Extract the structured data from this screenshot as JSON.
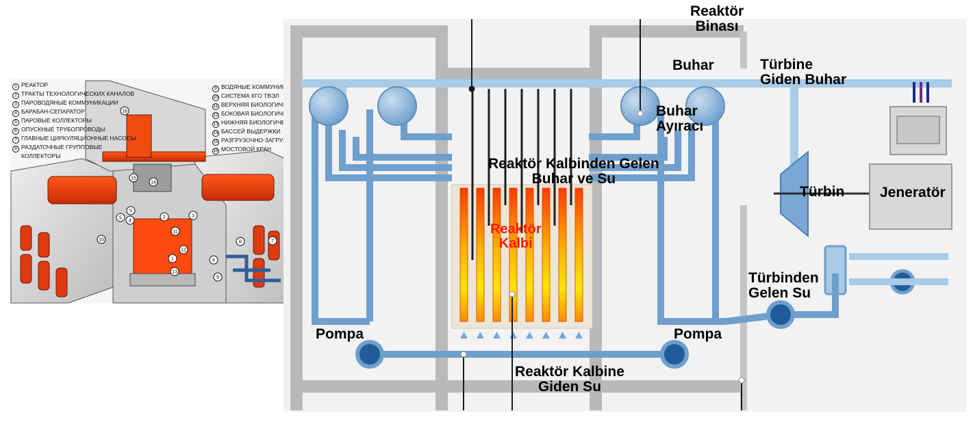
{
  "cutaway_legend": {
    "left_items": [
      {
        "num": "1",
        "text": "РЕАКТОР"
      },
      {
        "num": "2",
        "text": "ТРАКТЫ ТЕХНОЛОГИЧЕСКИХ КАНАЛОВ"
      },
      {
        "num": "3",
        "text": "ПАРОВОДЯНЫЕ КОММУНИКАЦИИ"
      },
      {
        "num": "4",
        "text": "БАРАБАН-СЕПАРАТОР"
      },
      {
        "num": "5",
        "text": "ПАРОВЫЕ КОЛЛЕКТОРЫ"
      },
      {
        "num": "6",
        "text": "ОПУСКНЫЕ ТРУБОПРОВОДЫ"
      },
      {
        "num": "7",
        "text": "ГЛАВНЫЕ ЦИРКУЛЯЦИОННЫЕ НАСОСЫ"
      },
      {
        "num": "8",
        "text": "РАЗДАТОЧНЫЕ ГРУППОВЫЕ"
      },
      {
        "num": "",
        "text": "КОЛЛЕКТОРЫ"
      }
    ],
    "right_items": [
      {
        "num": "9",
        "text": "ВОДЯНЫЕ КОММУНИКАЦИИ"
      },
      {
        "num": "10",
        "text": "СИСТЕМА КГО ТВЭЛ"
      },
      {
        "num": "11",
        "text": "ВЕРХНЯЯ БИОЛОГИЧЕСКАЯ ЗАЩИТА"
      },
      {
        "num": "12",
        "text": "БОКОВАЯ БИОЛОГИЧЕСКАЯ ЗАЩИТА"
      },
      {
        "num": "13",
        "text": "НИЖНЯЯ БИОЛОГИЧЕСКАЯ ЗАЩИТА"
      },
      {
        "num": "14",
        "text": "БАССЕЙ ВЫДЕРЖКИ"
      },
      {
        "num": "15",
        "text": "РАЗГРУЗОЧНО-ЗАГРУЗОЧНАЯ МАШИНА"
      },
      {
        "num": "16",
        "text": "МОСТОВОЙ КРАН"
      }
    ],
    "callouts": [
      "16",
      "15",
      "14",
      "5",
      "5",
      "4",
      "2",
      "3",
      "10",
      "11",
      "12",
      "1",
      "13",
      "8",
      "6",
      "7",
      "9"
    ]
  },
  "labels": {
    "reactor_building": [
      "Reaktör",
      "Binası"
    ],
    "steam": "Buhar",
    "steam_to_turbine": [
      "Türbine",
      "Giden Buhar"
    ],
    "steam_separator": [
      "Buhar",
      "Ayıracı"
    ],
    "steam_water_from_core": [
      "Reaktör Kalbinden Gelen",
      "Buhar ve Su"
    ],
    "turbine": "Türbin",
    "generator": "Jeneratör",
    "reactor_core": [
      "Reaktör",
      "Kalbi"
    ],
    "water_from_turbine": [
      "Türbinden",
      "Gelen Su"
    ],
    "pump_left": "Pompa",
    "pump_right": "Pompa",
    "water_to_core": [
      "Reaktör Kalbine",
      "Giden Su"
    ]
  },
  "colors": {
    "pipe_blue": "#6f9fcc",
    "pipe_light": "#a9cbe6",
    "pump_dark": "#1f5c99",
    "wall_gray": "#b9b9b9",
    "wall_light": "#eeeeee",
    "core_hot": "#ff3c00",
    "core_warm": "#ffe000",
    "core_label": "#ff1a00"
  }
}
